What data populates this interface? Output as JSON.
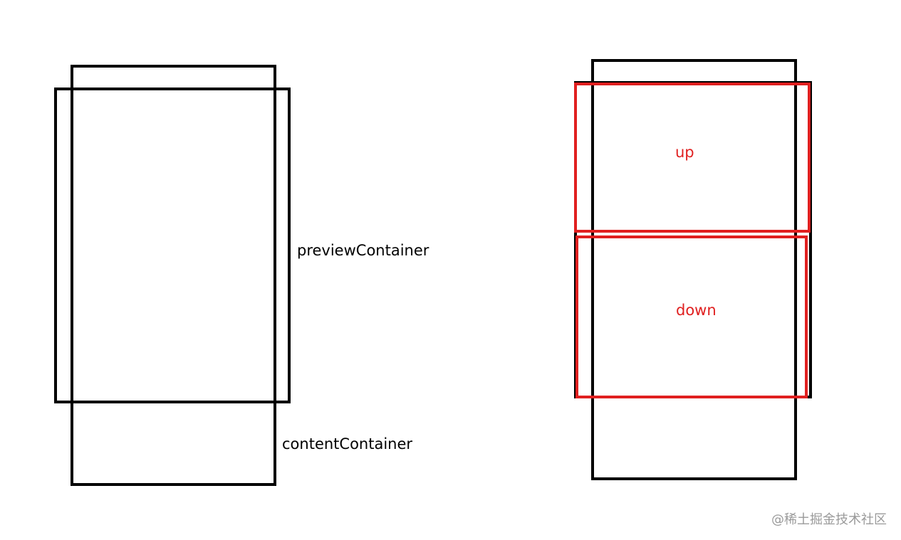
{
  "left_diagram": {
    "preview_label": "previewContainer",
    "content_label": "contentContainer"
  },
  "right_diagram": {
    "up_label": "up",
    "down_label": "down"
  },
  "colors": {
    "outline": "#000000",
    "highlight": "#e02020",
    "watermark": "#9a9a9a"
  },
  "watermark": "@稀土掘金技术社区"
}
